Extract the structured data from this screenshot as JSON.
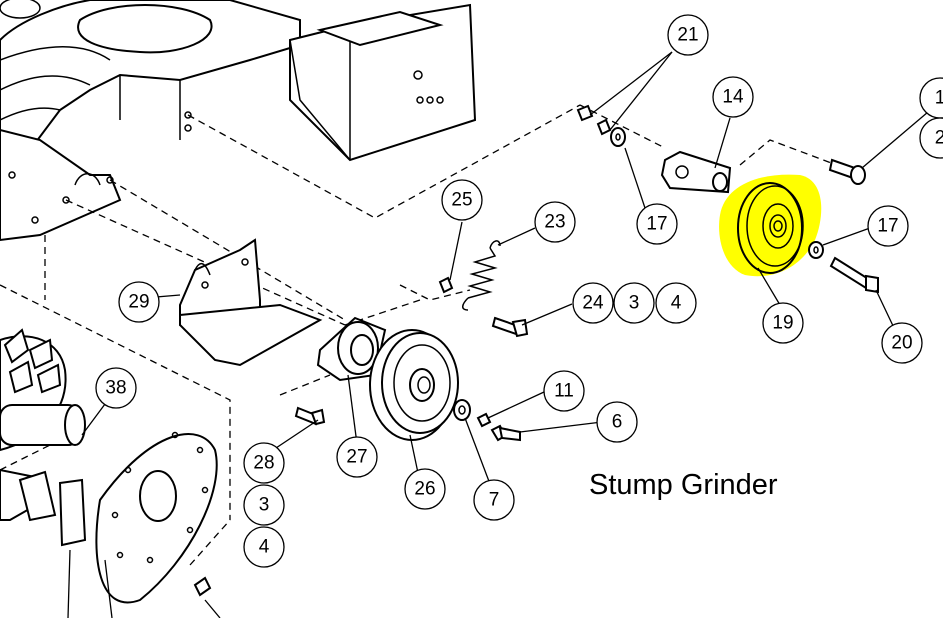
{
  "caption": "Stump Grinder",
  "highlight_color": "#ffff00",
  "callouts": [
    {
      "id": "c21",
      "label": "21"
    },
    {
      "id": "c14",
      "label": "14"
    },
    {
      "id": "c1",
      "label": "1"
    },
    {
      "id": "c2",
      "label": "2"
    },
    {
      "id": "c17a",
      "label": "17"
    },
    {
      "id": "c17b",
      "label": "17"
    },
    {
      "id": "c19",
      "label": "19"
    },
    {
      "id": "c20",
      "label": "20"
    },
    {
      "id": "c25",
      "label": "25"
    },
    {
      "id": "c23",
      "label": "23"
    },
    {
      "id": "c24",
      "label": "24"
    },
    {
      "id": "c3a",
      "label": "3"
    },
    {
      "id": "c4a",
      "label": "4"
    },
    {
      "id": "c29",
      "label": "29"
    },
    {
      "id": "c38",
      "label": "38"
    },
    {
      "id": "c11",
      "label": "11"
    },
    {
      "id": "c6",
      "label": "6"
    },
    {
      "id": "c28",
      "label": "28"
    },
    {
      "id": "c27",
      "label": "27"
    },
    {
      "id": "c26",
      "label": "26"
    },
    {
      "id": "c7",
      "label": "7"
    },
    {
      "id": "c3b",
      "label": "3"
    },
    {
      "id": "c4b",
      "label": "4"
    }
  ]
}
